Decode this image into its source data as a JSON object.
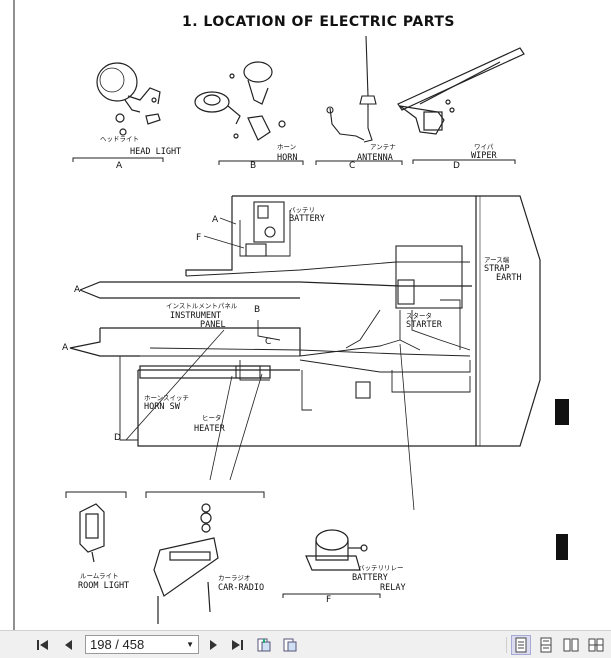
{
  "document": {
    "title": "1. LOCATION OF ELECTRIC PARTS",
    "parts": {
      "head_light": {
        "jp": "ヘッドライト",
        "en": "HEAD LIGHT",
        "letter": "A"
      },
      "horn": {
        "jp": "ホーン",
        "en": "HORN",
        "letter": "B"
      },
      "antenna": {
        "jp": "アンテナ",
        "en": "ANTENNA",
        "letter": "C"
      },
      "wiper": {
        "jp": "ワイパ",
        "en": "WIPER",
        "letter": "D"
      },
      "battery": {
        "jp": "バッテリ",
        "en": "BATTERY"
      },
      "strap_earth": {
        "jp": "アース端",
        "en1": "STRAP",
        "en2": "EARTH"
      },
      "instrument_panel": {
        "jp": "インストルメントパネル",
        "en1": "INSTRUMENT",
        "en2": "PANEL"
      },
      "starter": {
        "jp": "スタータ",
        "en": "STARTER"
      },
      "horn_sw": {
        "jp": "ホーンスイッチ",
        "en": "HORN SW"
      },
      "heater": {
        "jp": "ヒータ",
        "en": "HEATER"
      },
      "room_light": {
        "jp": "ルームライト",
        "en": "ROOM LIGHT"
      },
      "car_radio": {
        "jp": "カーラジオ",
        "en": "CAR-RADIO"
      },
      "battery_relay": {
        "jp": "バッテリリレー",
        "en1": "BATTERY",
        "en2": "RELAY",
        "letter": "F"
      }
    },
    "callouts": {
      "a": "A",
      "b": "B",
      "c": "C",
      "d": "D",
      "f": "F"
    }
  },
  "toolbar": {
    "page_current": "198",
    "page_total": "458",
    "page_display": "198 / 458",
    "icons": [
      "first-page-icon",
      "prev-page-icon",
      "next-page-icon",
      "last-page-icon",
      "extract-pages-icon",
      "insert-pages-icon",
      "single-page-view-icon",
      "continuous-view-icon",
      "two-page-view-icon",
      "two-page-continuous-view-icon"
    ]
  }
}
